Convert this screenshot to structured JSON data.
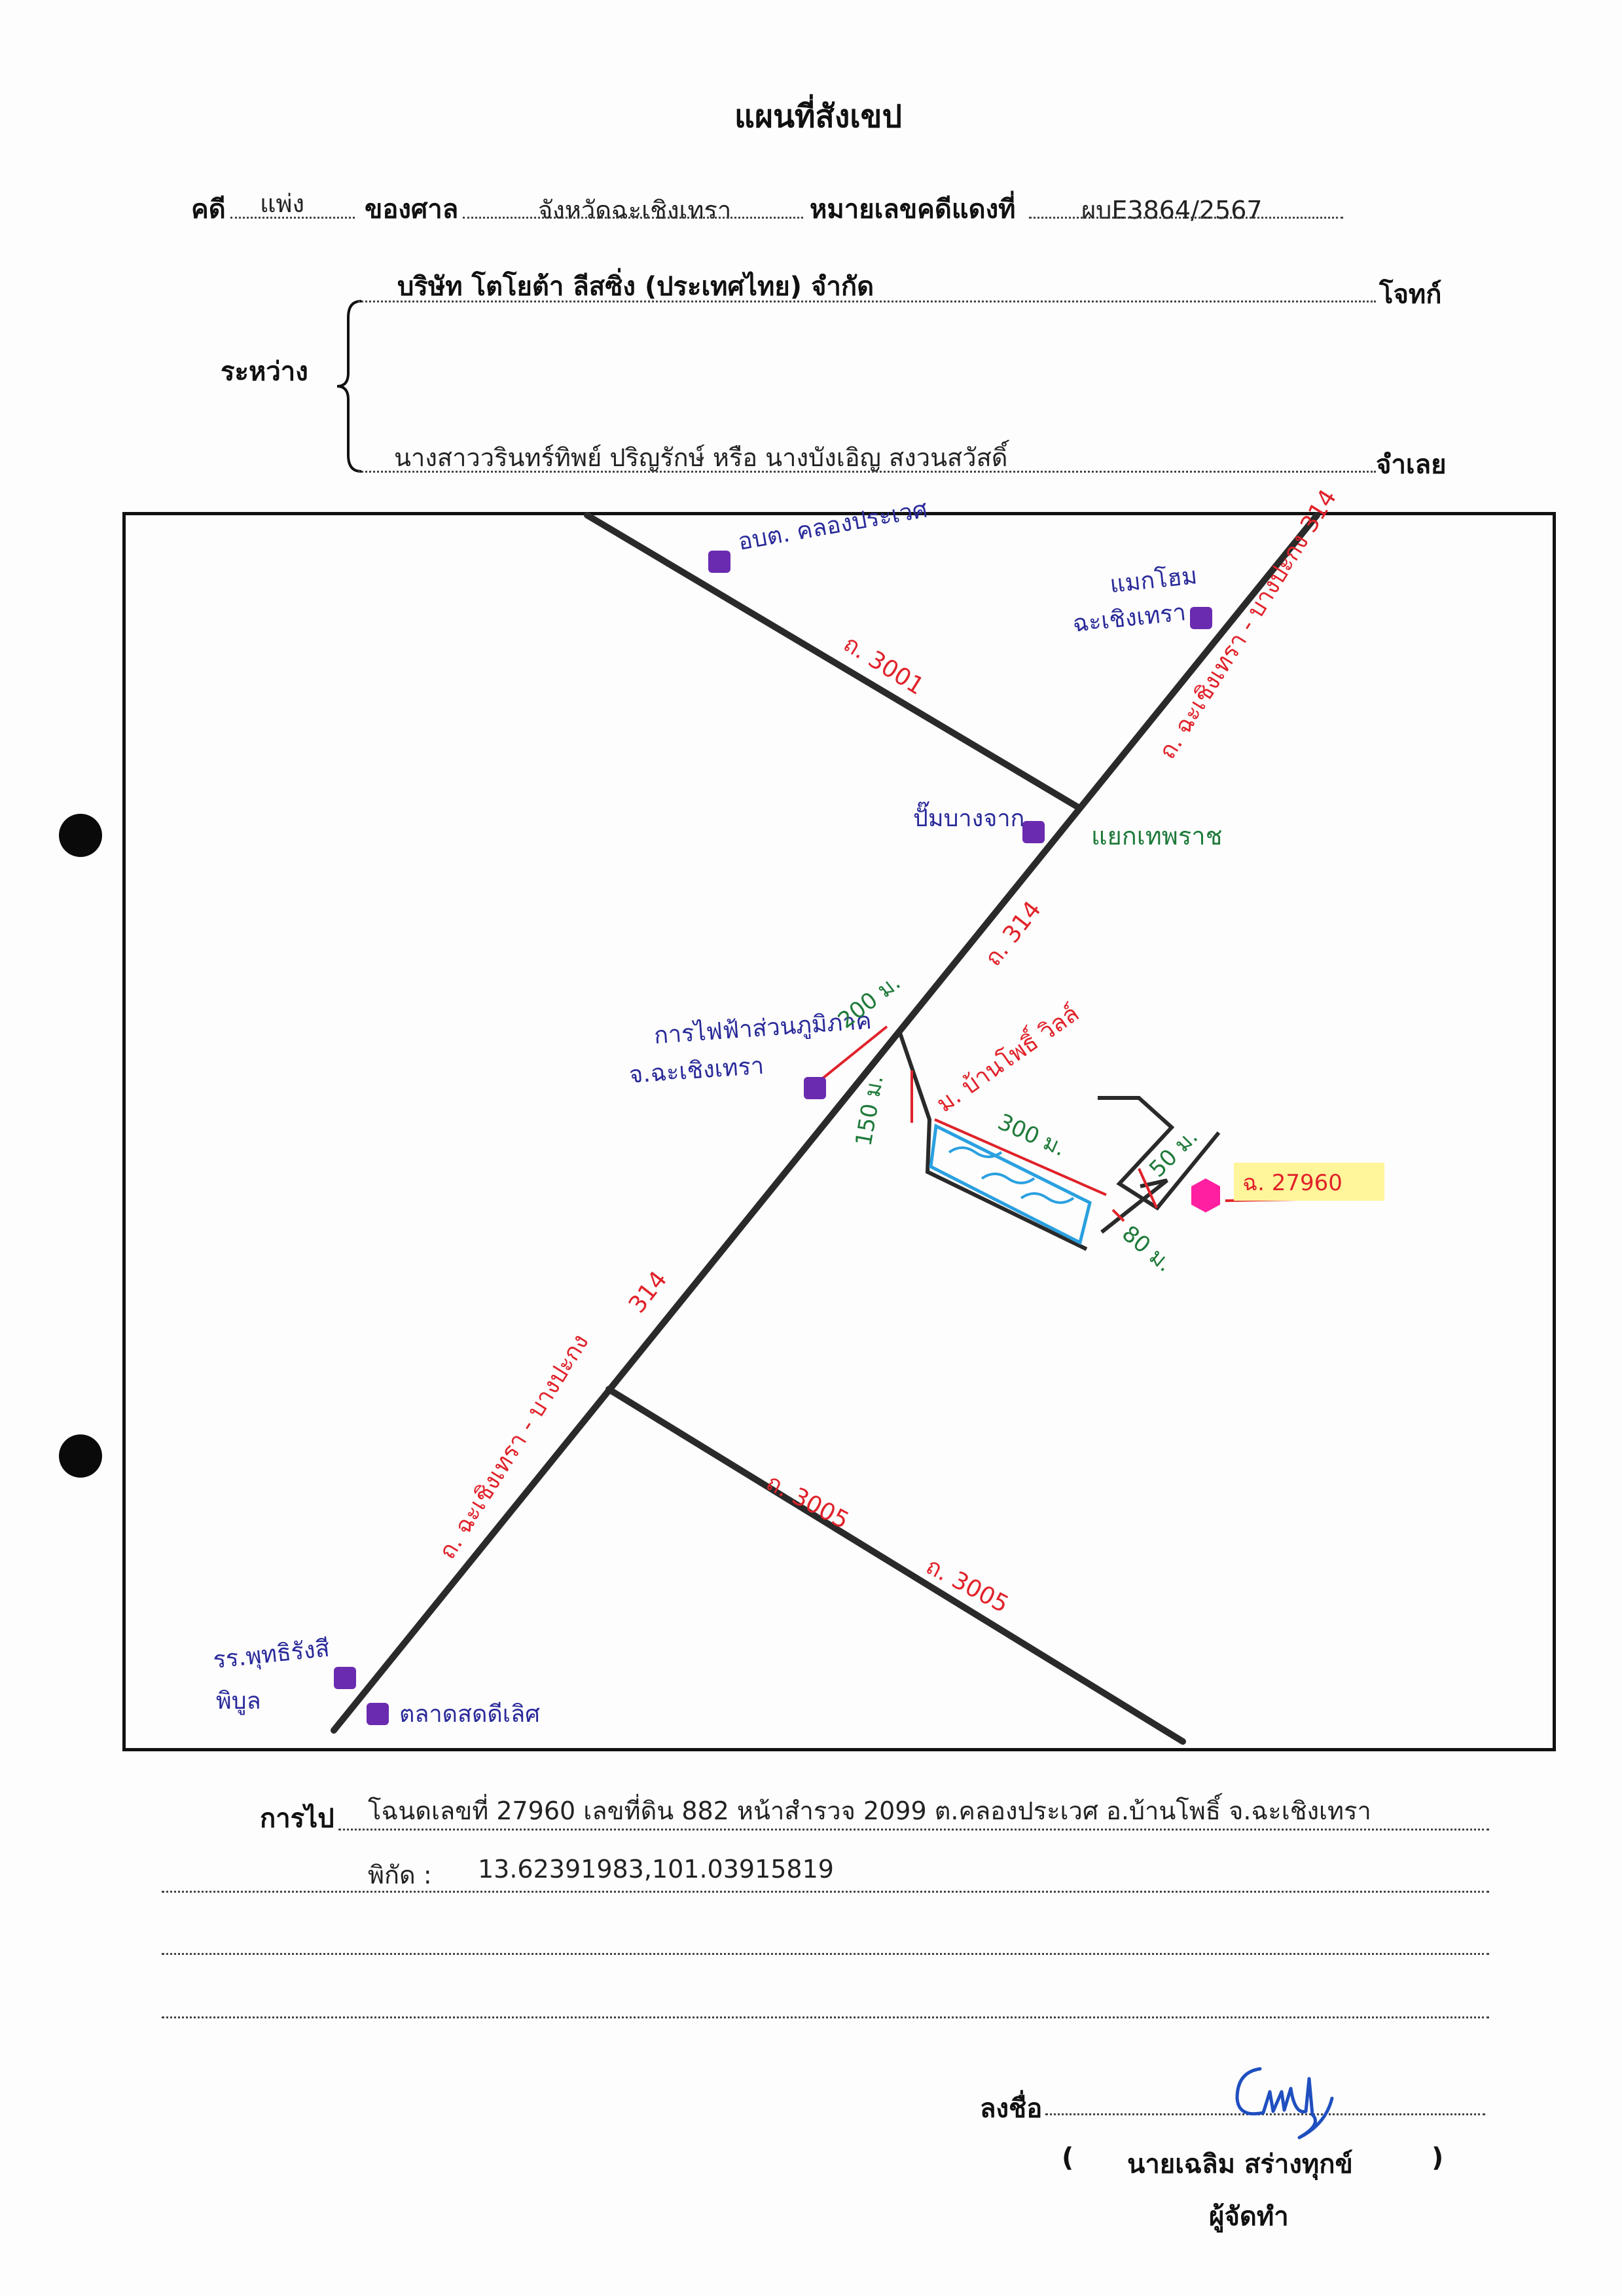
{
  "header": {
    "title": "แผนที่สังเขป",
    "case_label": "คดี",
    "case_type": "แพ่ง",
    "court_label": "ของศาล",
    "court_value": "จังหวัดฉะเชิงเทรา",
    "case_no_label": "หมายเลขคดีแดงที่",
    "case_no_value": "ผบE3864/2567"
  },
  "parties": {
    "between_label": "ระหว่าง",
    "plaintiff_name": "บริษัท โตโยต้า ลีสซิ่ง (ประเทศไทย) จำกัด",
    "plaintiff_role": "โจทก์",
    "defendant_name": "นางสาววรินทร์ทิพย์ ปริญรักษ์ หรือ นางบังเอิญ สงวนสวัสดิ์",
    "defendant_role": "จำเลย"
  },
  "map": {
    "landmarks": {
      "obt": "อบต. คลองประเวศ",
      "makro": "แมกโฮม",
      "makro_prov": "ฉะเชิงเทรา",
      "gas": "ปั๊มบางจาก",
      "pea": "การไฟฟ้าส่วนภูมิภาค",
      "pea_prov": "จ.ฉะเชิงเทรา",
      "school": "รร.พุทธิรังสี",
      "school2": "พิบูล",
      "market": "ตลาดสดดีเลิศ"
    },
    "roads": {
      "r3001": "ถ. 3001",
      "main_upper": "ถ. ฉะเชิงเทรา - บางปะกง 314",
      "main_lower": "ถ. ฉะเชิงเทรา - บางปะกง",
      "r314_mid": "ถ. 314",
      "r314_low": "314",
      "r3005a": "ถ. 3005",
      "r3005b": "ถ. 3005",
      "village": "ม. บ้านโพธิ์ วิลล์",
      "junction": "แยกเทพราช"
    },
    "distances": {
      "d200": "200 ม.",
      "d150": "150 ม.",
      "d300": "300 ม.",
      "d50": "50 ม.",
      "d80": "80 ม."
    },
    "parcel_label": "ฉ. 27960"
  },
  "directions": {
    "label": "การไป",
    "line1": "โฉนดเลขที่ 27960 เลขที่ดิน 882 หน้าสำรวจ 2099  ต.คลองประเวศ  อ.บ้านโพธิ์  จ.ฉะเชิงเทรา",
    "coord_label": "พิกัด  :",
    "coord_value": "13.62391983,101.03915819"
  },
  "signature": {
    "sign_label": "ลงชื่อ",
    "open_paren": "(",
    "name": "นายเฉลิม  สร่างทุกข์",
    "close_paren": ")",
    "role": "ผู้จัดทำ"
  },
  "colors": {
    "road": "#2a2a2a",
    "red": "#e0222a",
    "green": "#1f7a3a",
    "blue": "#2a2a9a",
    "purple": "#6a2bb0",
    "pond": "#2aa0e0",
    "pink": "#ff1fa0",
    "highlight": "#fff59a"
  }
}
